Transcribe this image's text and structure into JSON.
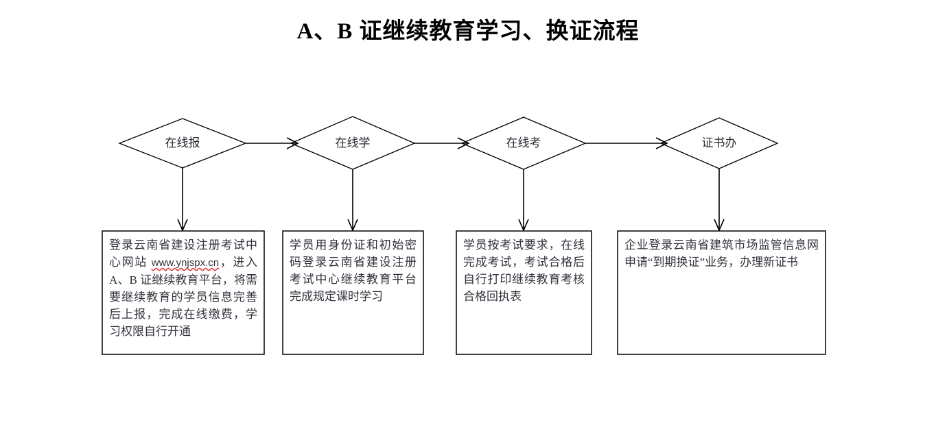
{
  "title": "A、B 证继续教育学习、换证流程",
  "diagram": {
    "type": "flowchart",
    "orientation": "left-to-right",
    "stages": [
      {
        "id": "stage-1",
        "node_label": "在线报",
        "box_text_pre": "登录云南省建设注册考试中心网站 ",
        "box_url": "www.ynjspx.cn",
        "box_url_misspelled": true,
        "box_text_post": "，进入 A、B 证继续教育平台，将需要继续教育的学员信息完善后上报，完成在线缴费，学习权限自行开通"
      },
      {
        "id": "stage-2",
        "node_label": "在线学",
        "box_text": "学员用身份证和初始密码登录云南省建设注册考试中心继续教育平台完成规定课时学习"
      },
      {
        "id": "stage-3",
        "node_label": "在线考",
        "box_text": "学员按考试要求，在线完成考试，考试合格后自行打印继续教育考核合格回执表"
      },
      {
        "id": "stage-4",
        "node_label": "证书办",
        "box_text": "企业登录云南省建筑市场监管信息网申请“到期换证”业务，办理新证书"
      }
    ],
    "connectors": [
      {
        "id": "arrow-h-1",
        "from": "stage-1",
        "to": "stage-2",
        "direction": "right"
      },
      {
        "id": "arrow-h-2",
        "from": "stage-2",
        "to": "stage-3",
        "direction": "right"
      },
      {
        "id": "arrow-h-3",
        "from": "stage-3",
        "to": "stage-4",
        "direction": "right"
      },
      {
        "id": "arrow-v-1",
        "from": "stage-1",
        "to": "stage-1-box",
        "direction": "down"
      },
      {
        "id": "arrow-v-2",
        "from": "stage-2",
        "to": "stage-2-box",
        "direction": "down"
      },
      {
        "id": "arrow-v-3",
        "from": "stage-3",
        "to": "stage-3-box",
        "direction": "down"
      },
      {
        "id": "arrow-v-4",
        "from": "stage-4",
        "to": "stage-4-box",
        "direction": "down"
      }
    ]
  },
  "colors": {
    "background": "#ffffff",
    "stroke": "#000000",
    "text": "#32323c",
    "title": "#000000",
    "spellcheck_underline": "#e03030"
  }
}
